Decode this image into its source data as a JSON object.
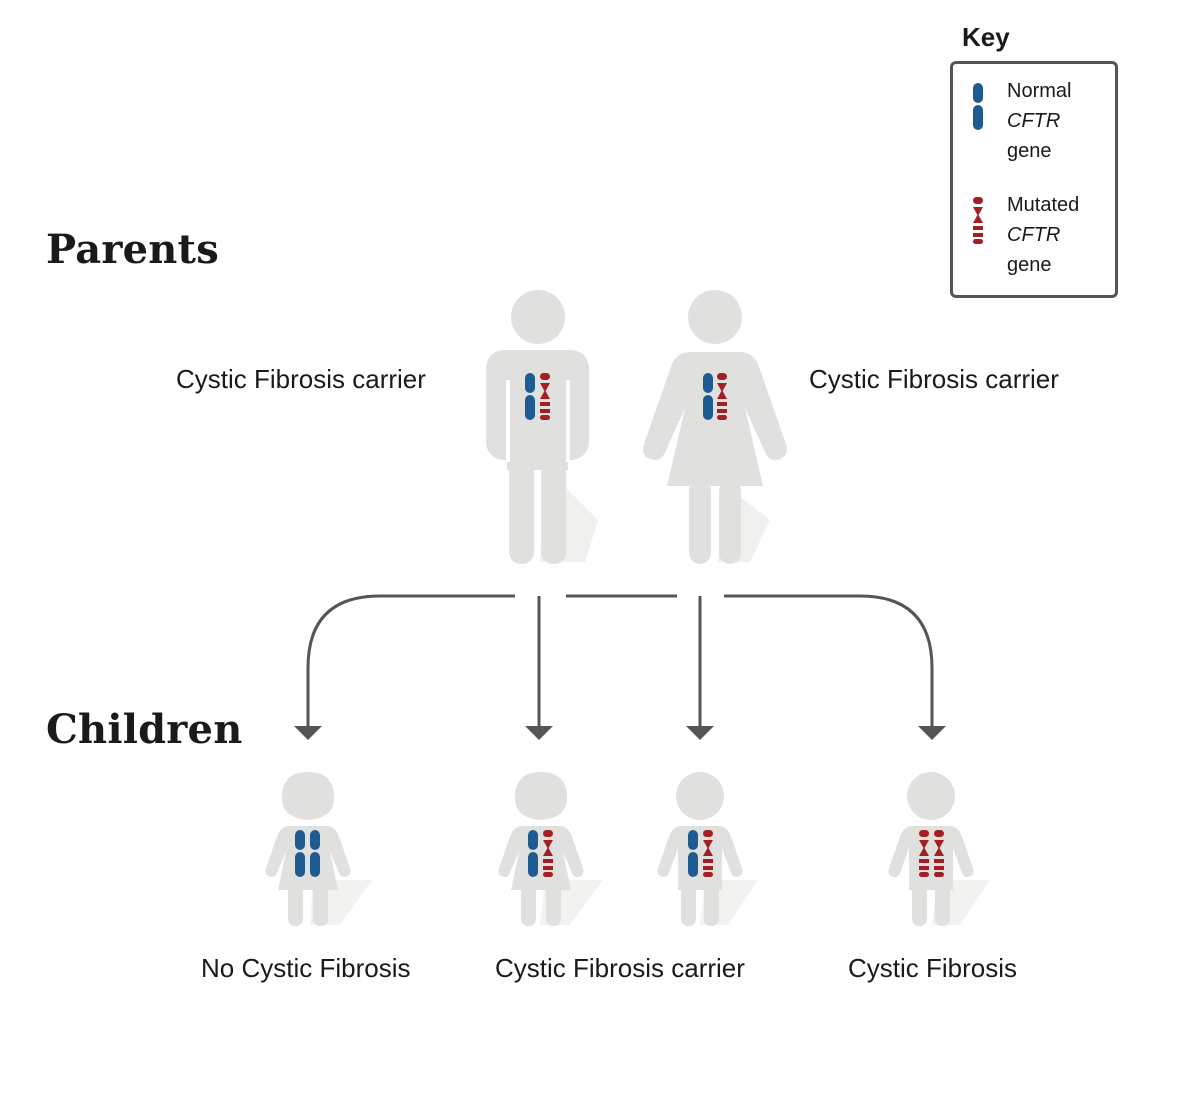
{
  "headings": {
    "parents": "Parents",
    "children": "Children"
  },
  "parents": {
    "father_label": "Cystic Fibrosis carrier",
    "mother_label": "Cystic Fibrosis carrier"
  },
  "children": {
    "outcome_1": "No Cystic Fibrosis",
    "outcome_2": "Cystic Fibrosis carrier",
    "outcome_3": "Cystic Fibrosis"
  },
  "key": {
    "title": "Key",
    "normal_line1": "Normal",
    "normal_line2": "CFTR",
    "normal_line3": "gene",
    "mutated_line1": "Mutated",
    "mutated_line2": "CFTR",
    "mutated_line3": "gene"
  },
  "colors": {
    "normal_gene": "#1e5b92",
    "mutated_gene": "#a31f24",
    "figure": "#e0e0de",
    "arrow": "#555555"
  }
}
